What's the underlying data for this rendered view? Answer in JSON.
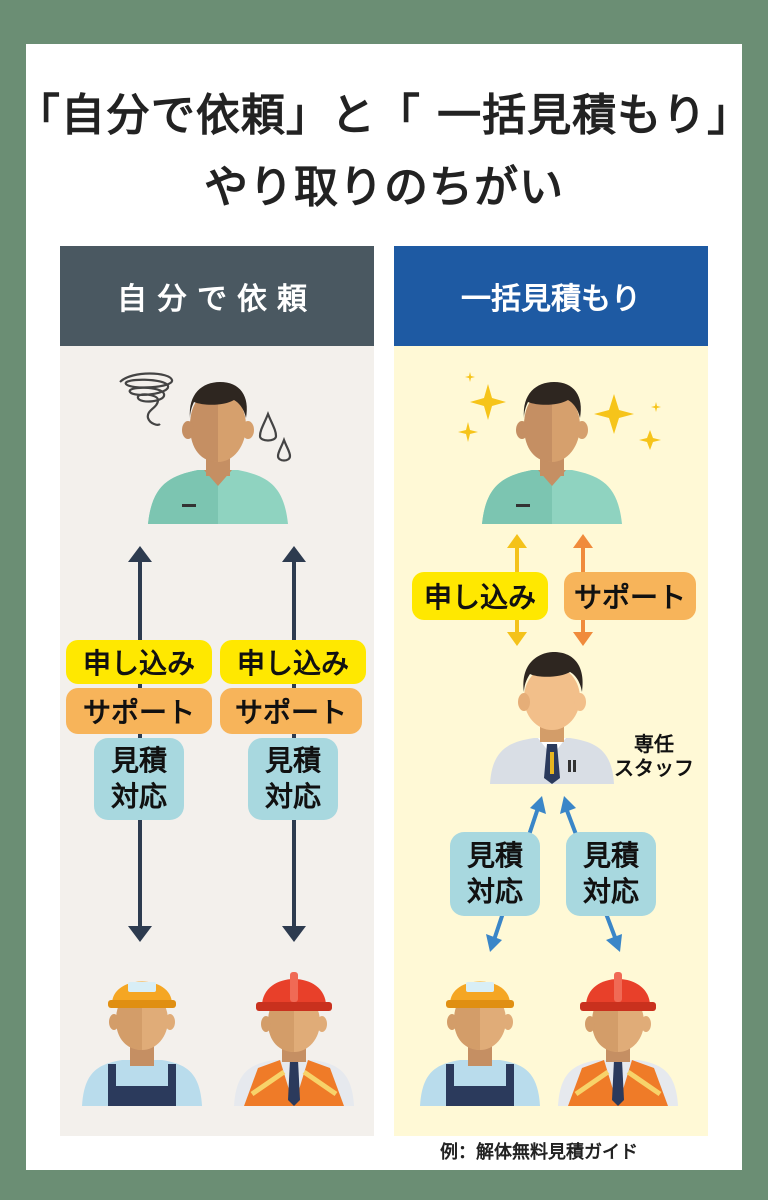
{
  "title": {
    "line1": "「自分で依頼」と「 一括見積もり」",
    "line2": "やり取りのちがい"
  },
  "left_panel": {
    "header": "自分で依頼",
    "label_apply": "申し込み",
    "label_support": "サポート",
    "label_estimate": "見積\n対応"
  },
  "right_panel": {
    "header": "一括見積もり",
    "label_apply": "申し込み",
    "label_support": "サポート",
    "label_estimate": "見積\n対応",
    "staff_label": "専任\nスタッフ"
  },
  "source": "例：解体無料見積ガイド",
  "colors": {
    "background": "#6b8e74",
    "left_header": "#4a5861",
    "right_header": "#1e5aa3",
    "apply": "#ffe800",
    "support": "#f7b45a",
    "estimate": "#a8d8df"
  }
}
